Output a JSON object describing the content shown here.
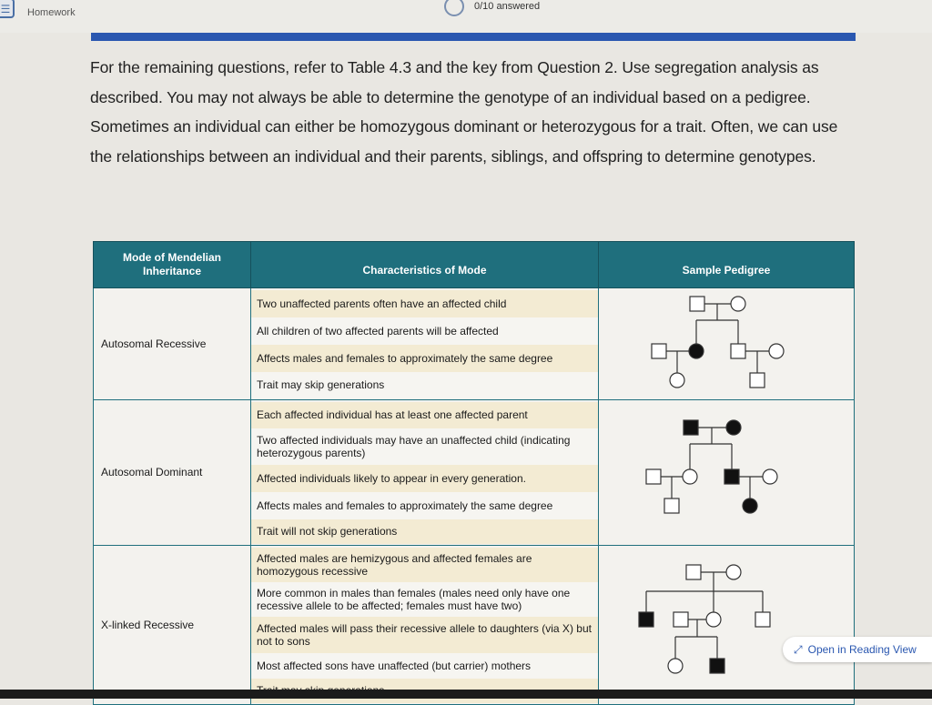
{
  "header": {
    "nav_label": "Homework",
    "progress_text": "0/10 answered"
  },
  "intro": {
    "text": "For the remaining questions, refer to Table 4.3 and the key from Question 2. Use segregation analysis as described. You may not always be able to determine the genotype of an individual based on a pedigree. Sometimes an individual can either be homozygous dominant or heterozygous for a trait. Often, we can use the relationships between an individual and their parents, siblings, and offspring to determine genotypes."
  },
  "table": {
    "col_mode": "Mode of Mendelian Inheritance",
    "col_chars": "Characteristics of Mode",
    "col_pedigree": "Sample Pedigree",
    "rows": [
      {
        "mode": "Autosomal Recessive",
        "chars": [
          "Two unaffected parents often have an affected child",
          "All children of two affected parents will be affected",
          "Affects males and females to approximately the same degree",
          "Trait may skip generations"
        ]
      },
      {
        "mode": "Autosomal Dominant",
        "chars": [
          "Each affected individual has at least one affected parent",
          "Two affected individuals may have an unaffected child (indicating heterozygous parents)",
          "Affected individuals likely to appear in every generation.",
          "Affects males and females to approximately the same degree",
          "Trait will not skip generations"
        ]
      },
      {
        "mode": "X-linked Recessive",
        "chars": [
          "Affected males are hemizygous and affected females are homozygous recessive",
          "More common in males than females (males need only have one recessive allele to be affected; females must have two)",
          "Affected males will pass their recessive allele to daughters (via X) but not to sons",
          "Most affected sons have unaffected (but carrier) mothers",
          "Trait may skip generations"
        ]
      }
    ]
  },
  "reading_view": {
    "icon": "expand-arrows-icon",
    "label": "Open in Reading View"
  },
  "colors": {
    "header_teal": "#1f6f7d",
    "accent_blue": "#2a57b0",
    "row_shade": "#f3ebd3"
  }
}
